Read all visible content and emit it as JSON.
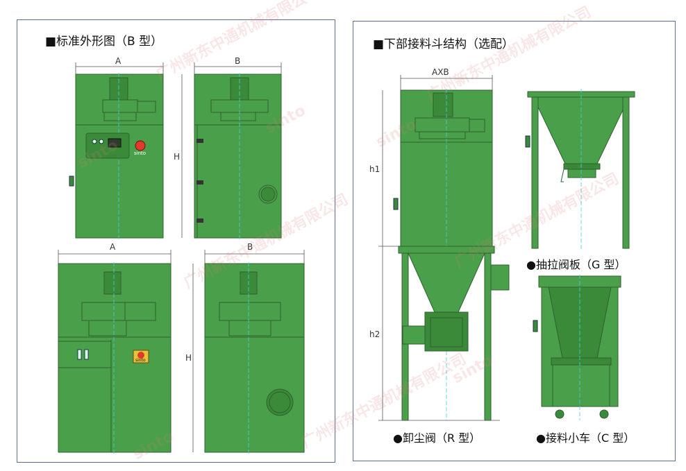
{
  "left_panel": {
    "title": "■标准外形图（B 型）"
  },
  "right_panel": {
    "title": "■下部接料斗结构（选配）"
  },
  "dimensions": {
    "a": "A",
    "b": "B",
    "h": "H",
    "axb": "AXB",
    "h1": "h1",
    "h2": "h2"
  },
  "captions": {
    "r_type": "●卸尘阀（R 型）",
    "g_type": "●抽拉阀板（G 型）",
    "c_type": "●接料小车（C 型）"
  },
  "logo_text": "sinto",
  "watermark": {
    "company": "广州新东中通机械有限公司",
    "brand": "sinto"
  },
  "colors": {
    "body": "#4aa04a",
    "body_dark": "#3a8a3a",
    "outline": "#2f5f2f",
    "centerline": "#3fd3e0",
    "dim_line": "#555555",
    "accent_red": "#e23a2a"
  }
}
